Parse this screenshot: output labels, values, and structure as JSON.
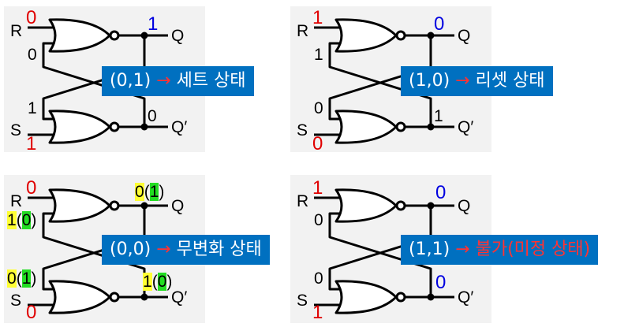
{
  "panels": [
    {
      "r_in": "0",
      "s_in": "1",
      "q_out": "1",
      "qbar_out": "0",
      "gate1_feedback": "0",
      "gate2_feedback": "1",
      "label_r": "R",
      "label_s": "S",
      "label_q": "Q",
      "label_qbar": "Q′",
      "state": "(0,1)",
      "arrow": "→",
      "desc": "세트 상태"
    },
    {
      "r_in": "1",
      "s_in": "0",
      "q_out": "0",
      "qbar_out": "1",
      "gate1_feedback": "1",
      "gate2_feedback": "0",
      "label_r": "R",
      "label_s": "S",
      "label_q": "Q",
      "label_qbar": "Q′",
      "state": "(1,0)",
      "arrow": "→",
      "desc": "리셋 상태"
    },
    {
      "r_in": "0",
      "s_in": "0",
      "q_a": "0",
      "q_b": "1",
      "qbar_a": "1",
      "qbar_b": "0",
      "fb1_a": "1",
      "fb1_b": "0",
      "fb2_a": "0",
      "fb2_b": "1",
      "label_r": "R",
      "label_s": "S",
      "label_q": "Q",
      "label_qbar": "Q′",
      "state": "(0,0)",
      "arrow": "→",
      "desc": "무변화 상태"
    },
    {
      "r_in": "1",
      "s_in": "1",
      "q_out": "0",
      "qbar_out": "0",
      "gate1_feedback": "0",
      "gate2_feedback": "0",
      "label_r": "R",
      "label_s": "S",
      "label_q": "Q",
      "label_qbar": "Q′",
      "state": "(1,1)",
      "arrow": "→",
      "desc": "불가(미정 상태)"
    }
  ]
}
